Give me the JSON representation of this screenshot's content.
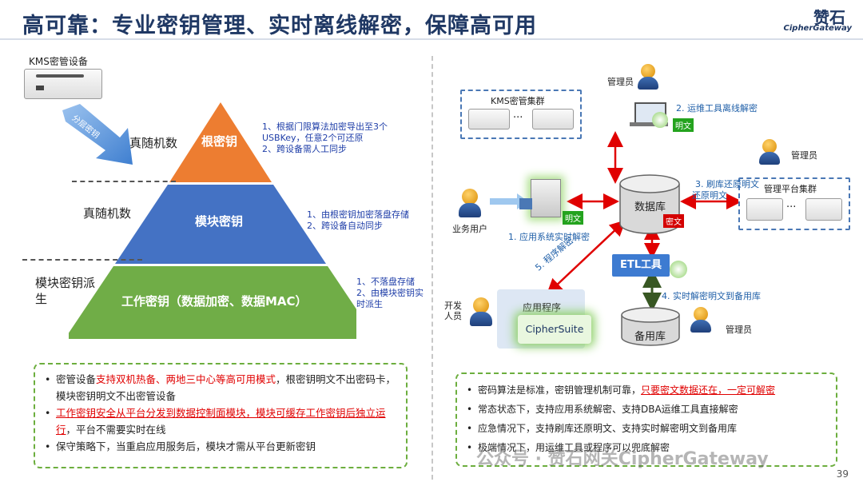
{
  "header": {
    "title": "高可靠：专业密钥管理、实时离线解密，保障高可用",
    "logo_cn": "赞石",
    "logo_en": "CipherGateway"
  },
  "left": {
    "kms_device_label": "KMS密管设备",
    "arrow_label": "分层密钥",
    "pyramid": {
      "top": {
        "name": "根密钥",
        "side": "真随机数",
        "notes": [
          "1、根据门限算法加密导出至3个USBKey，任意2个可还原",
          "2、跨设备需人工同步"
        ]
      },
      "middle": {
        "name": "模块密钥",
        "side": "真随机数",
        "notes": [
          "1、由根密钥加密落盘存储",
          "2、跨设备自动同步"
        ]
      },
      "bottom": {
        "name": "工作密钥（数据加密、数据MAC）",
        "side": "模块密钥派生",
        "notes": [
          "1、不落盘存储",
          "2、由模块密钥实时派生"
        ]
      }
    },
    "bullets": {
      "b1_pre": "密管设备",
      "b1_red": "支持双机热备、两地三中心等高可用模式",
      "b1_post": "，根密钥明文不出密码卡，模块密钥明文不出密管设备",
      "b2_red": "工作密钥安全从平台分发到数据控制面模块，模块可缓存工作密钥后独立运行",
      "b2_post": "，平台不需要实时在线",
      "b3": "保守策略下，当重启应用服务后，模块才需从平台更新密钥"
    }
  },
  "right": {
    "kms_cluster": "KMS密管集群",
    "admin_top": "管理员",
    "admin_mid": "管理员",
    "admin_bottom": "管理员",
    "step2": "2. 运维工具离线解密",
    "step3": "3. 刷库还原明文",
    "plaintext1": "明文",
    "plaintext2": "明文",
    "plaintext3": "还原明文",
    "mgmt_cluster": "管理平台集群",
    "database": "数据库",
    "ciphertext": "密文",
    "business_user": "业务用户",
    "step1": "1. 应用系统实时解密",
    "step5": "5. 程序解密",
    "etl_tool": "ETL工具",
    "step4": "4. 实时解密明文到备用库",
    "developer": "开发人员",
    "app": "应用程序",
    "ciphersuite": "CipherSuite",
    "backup_db": "备用库",
    "bullets": {
      "b1_pre": "密码算法是标准，密钥管理机制可靠，",
      "b1_red": "只要密文数据还在，一定可解密",
      "b2": "常态状态下，支持应用系统解密、支持DBA运维工具直接解密",
      "b3": "应急情况下，支持刷库还原明文、支持实时解密明文到备用库",
      "b4": "极端情况下，用运维工具或程序可以兜底解密"
    }
  },
  "footer": {
    "wechat": "公众号 · 赞石网关CipherGateway",
    "page": "39"
  },
  "colors": {
    "title": "#1f3864",
    "pyramid_top": "#ed7d31",
    "pyramid_mid": "#4472c4",
    "pyramid_bottom": "#70ad47",
    "arrow_red": "#e00000",
    "arrow_green": "#385723"
  }
}
